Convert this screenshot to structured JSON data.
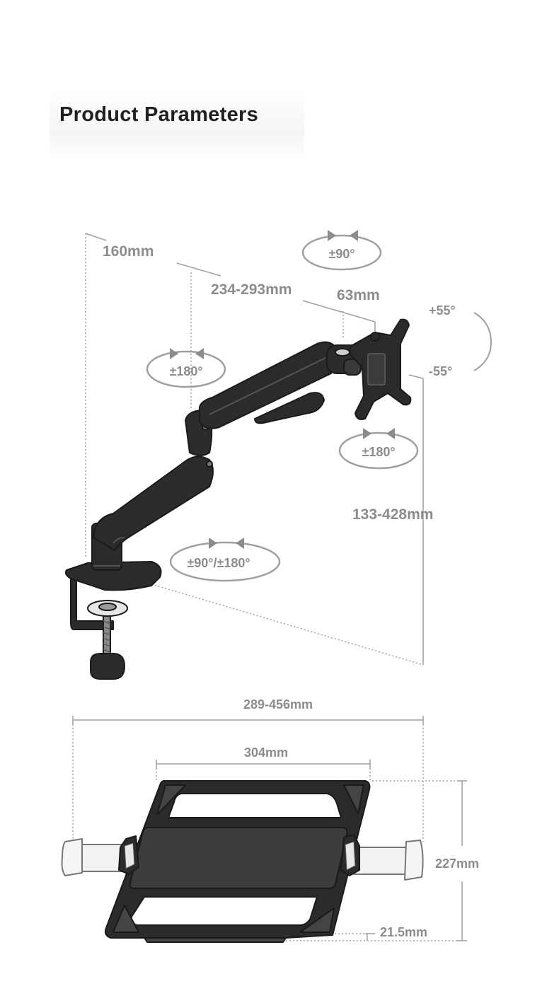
{
  "title": "Product Parameters",
  "labels": {
    "depth_base": "160mm",
    "arm_reach": "234-293mm",
    "head_offset": "63mm",
    "tilt_up": "+55°",
    "tilt_down": "-55°",
    "rot_top": "±90°",
    "rot_elbow": "±180°",
    "rot_head": "±180°",
    "rot_base": "±90°/±180°",
    "height_range": "133-428mm",
    "tray_adjust_width": "289-456mm",
    "tray_width": "304mm",
    "tray_depth": "227mm",
    "tray_thickness": "21.5mm"
  },
  "colors": {
    "arm": "#2b2b2b",
    "dim_line": "#9a9a9a",
    "text": "#8c8c8c",
    "title": "#231f20"
  }
}
